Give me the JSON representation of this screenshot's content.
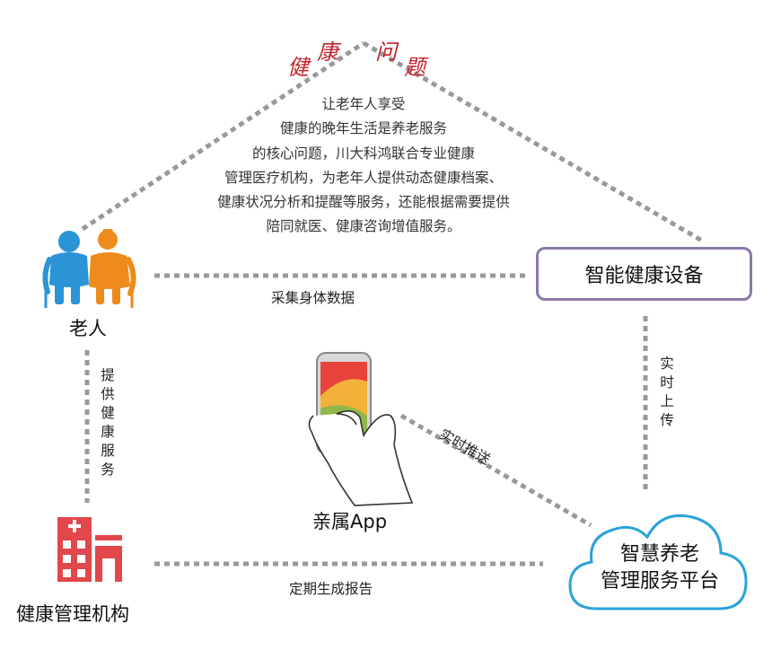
{
  "header": {
    "title_chars": [
      "健",
      "康",
      "问",
      "题"
    ]
  },
  "description": {
    "lines": [
      "让老年人享受",
      "健康的晚年生活是养老服务",
      "的核心问题，川大科鸿联合专业健康",
      "管理医疗机构，为老年人提供动态健康档案、",
      "健康状况分析和提醒等服务，还能根据需要提供",
      "陪同就医、健康咨询增值服务。"
    ]
  },
  "nodes": {
    "elderly": "老人",
    "device": "智能健康设备",
    "app": "亲属App",
    "institution": "健康管理机构",
    "platform_line1": "智慧养老",
    "platform_line2": "管理服务平台"
  },
  "edges": {
    "collect": "采集身体数据",
    "provide": "提供健康服务",
    "realtime_upload": "实时上传",
    "realtime_push": "实时推送",
    "report": "定期生成报告"
  },
  "colors": {
    "title_red": "#c4232c",
    "dotted_line": "#999999",
    "device_border": "#8b79a8",
    "cloud_border": "#2aa3dc",
    "elderly_blue": "#2b94d6",
    "elderly_orange": "#ee8b1c",
    "hospital_red": "#e2474b"
  },
  "icons": [
    "elderly-couple-icon",
    "phone-hand-icon",
    "hospital-icon",
    "cloud-icon"
  ]
}
